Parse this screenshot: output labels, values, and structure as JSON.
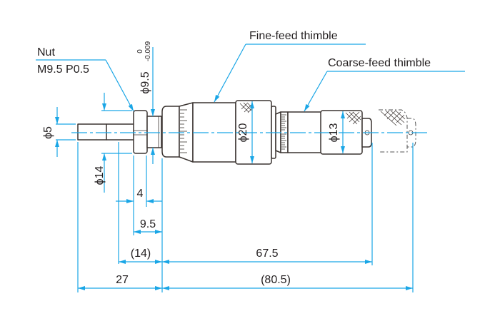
{
  "drawing": {
    "title": "Micrometer head with fine-feed and coarse-feed thimbles",
    "line_color": "#3a3330",
    "dimension_color": "#1aa6e6",
    "callouts": {
      "nut_label": "Nut",
      "nut_thread": "M9.5 P0.5",
      "fine_feed": "Fine-feed thimble",
      "coarse_feed": "Coarse-feed thimble"
    },
    "diameters": {
      "spindle": "ϕ5",
      "nut": "ϕ14",
      "stem": "ϕ9.5",
      "stem_tol_upper": "0",
      "stem_tol_lower": "-0.009",
      "fine_thimble": "ϕ20",
      "coarse_thimble": "ϕ13"
    },
    "lengths": {
      "nut_width": "4",
      "stem_length": "9.5",
      "spindle_to_stem_ref": "(14)",
      "stroke_body": "67.5",
      "spindle_total": "27",
      "body_total": "(80.5)"
    }
  }
}
